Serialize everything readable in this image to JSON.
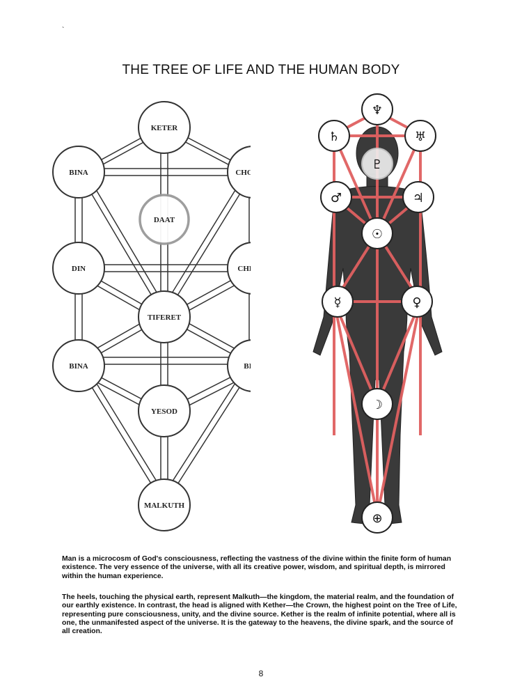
{
  "stray_mark": "`",
  "title": "THE TREE OF LIFE AND THE HUMAN BODY",
  "tree": {
    "nodes": {
      "keter": "KETER",
      "bina_top": "BINA",
      "chocma": "CHOCMA",
      "daat": "DAAT",
      "din": "DIN",
      "chesed": "CHESED",
      "tiferet": "TIFERET",
      "bina_left": "BINA",
      "bina_right": "BINA",
      "yesod": "YESOD",
      "malkuth": "MALKUTH"
    }
  },
  "body_symbols": {
    "neptune": "♆",
    "saturn": "♄",
    "uranus": "♅",
    "pluto": "♇",
    "mars": "♂",
    "jupiter": "♃",
    "sun": "☉",
    "mercury": "☿",
    "venus": "♀",
    "moon": "☽",
    "earth": "⊕"
  },
  "paragraphs": {
    "p1": "Man is a microcosm of God's consciousness, reflecting the vastness of the divine within the finite form of human existence. The very essence of the universe, with all its creative power, wisdom, and spiritual depth, is mirrored within the human experience.",
    "p2": "The heels, touching the physical earth, represent Malkuth—the kingdom, the material realm, and the foundation of our earthly existence. In contrast, the head is aligned with Kether—the Crown, the highest point on the Tree of Life, representing pure consciousness, unity, and the divine source.  Kether is the realm of infinite potential, where all is one, the unmanifested aspect of the universe.  It is the gateway to the heavens, the divine spark, and the source of all creation."
  },
  "page_number": "8",
  "colors": {
    "red_lines": "#e06060",
    "ink": "#333333",
    "daat_ring": "#999999"
  }
}
